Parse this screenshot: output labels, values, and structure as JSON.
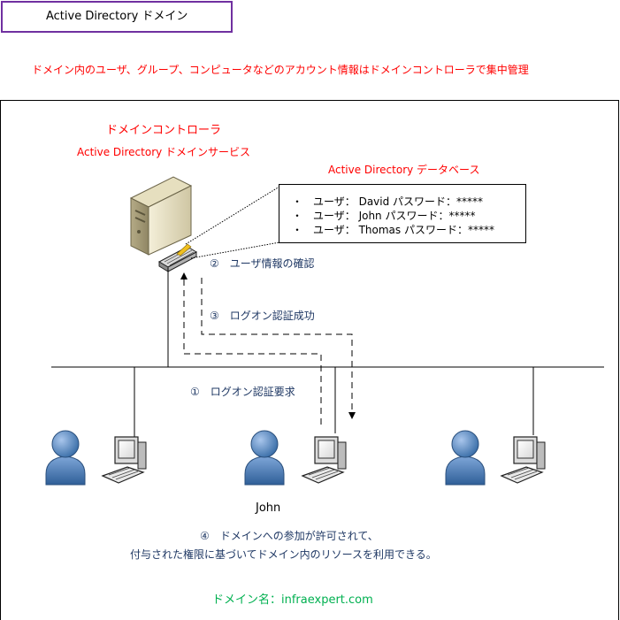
{
  "title": "Active Directory ドメイン",
  "summary": "ドメイン内のユーザ、グループ、コンピュータなどのアカウント情報はドメインコントローラで集中管理",
  "controller": {
    "label": "ドメインコントローラ",
    "service": "Active Directory ドメインサービス"
  },
  "database": {
    "label": "Active Directory データベース",
    "entries": [
      "・　ユーザ：  David パスワード：*****",
      "・　ユーザ：  John パスワード：*****",
      "・　ユーザ：  Thomas パスワード：*****"
    ]
  },
  "steps": {
    "step1": "①　ログオン認証要求",
    "step2": "②　ユーザ情報の確認",
    "step3": "③　ログオン認証成功",
    "step4_line1": "④　ドメインへの参加が許可されて、",
    "step4_line2": "付与された権限に基づいてドメイン内のリソースを利用できる。"
  },
  "user_label": "John",
  "domain_name": "ドメイン名：infraexpert.com",
  "colors": {
    "title_border": "#7030a0",
    "red": "#ff0000",
    "navy": "#1f3864",
    "green": "#00b050",
    "user_blue": "#4f81bd"
  }
}
